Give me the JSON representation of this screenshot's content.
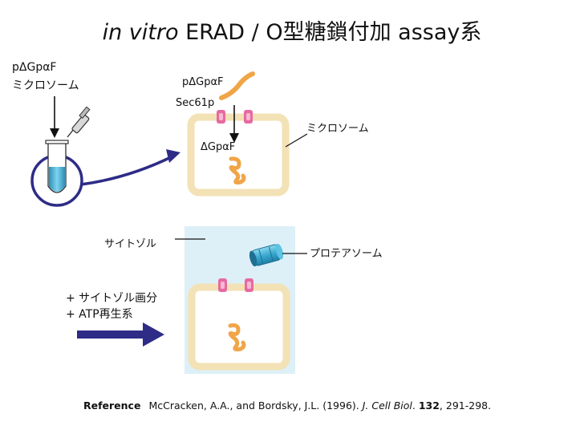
{
  "title": {
    "italic": "in vitro",
    "rest": " ERAD / O型糖鎖付加 assay系"
  },
  "labels": {
    "substrate_tube_line1": "pΔGpαF",
    "substrate_tube_line2": "ミクロソーム",
    "substrate_top": "pΔGpαF",
    "translocon": "Sec61p",
    "processed": "ΔGpαF",
    "microsome": "ミクロソーム",
    "cytosol": "サイトゾル",
    "proteasome": "プロテアソーム",
    "add_cytosol": "+ サイトゾル画分",
    "add_atp": "+ ATP再生系"
  },
  "reference": {
    "label": "Reference",
    "authors": "McCracken, A.A., and Bordsky, J.L. (1996). ",
    "journal": "J. Cell Biol",
    "dot": ". ",
    "volume": "132",
    "pages": ", 291-298."
  },
  "colors": {
    "membrane": "#f3e2b6",
    "protein": "#f0a548",
    "translocon": "#e66aa0",
    "cytosol_bg": "#ddf0f7",
    "arrow_blue": "#2e2c86",
    "tube_liquid": "#4fb8dc",
    "proteasome": "#45b6d8"
  }
}
